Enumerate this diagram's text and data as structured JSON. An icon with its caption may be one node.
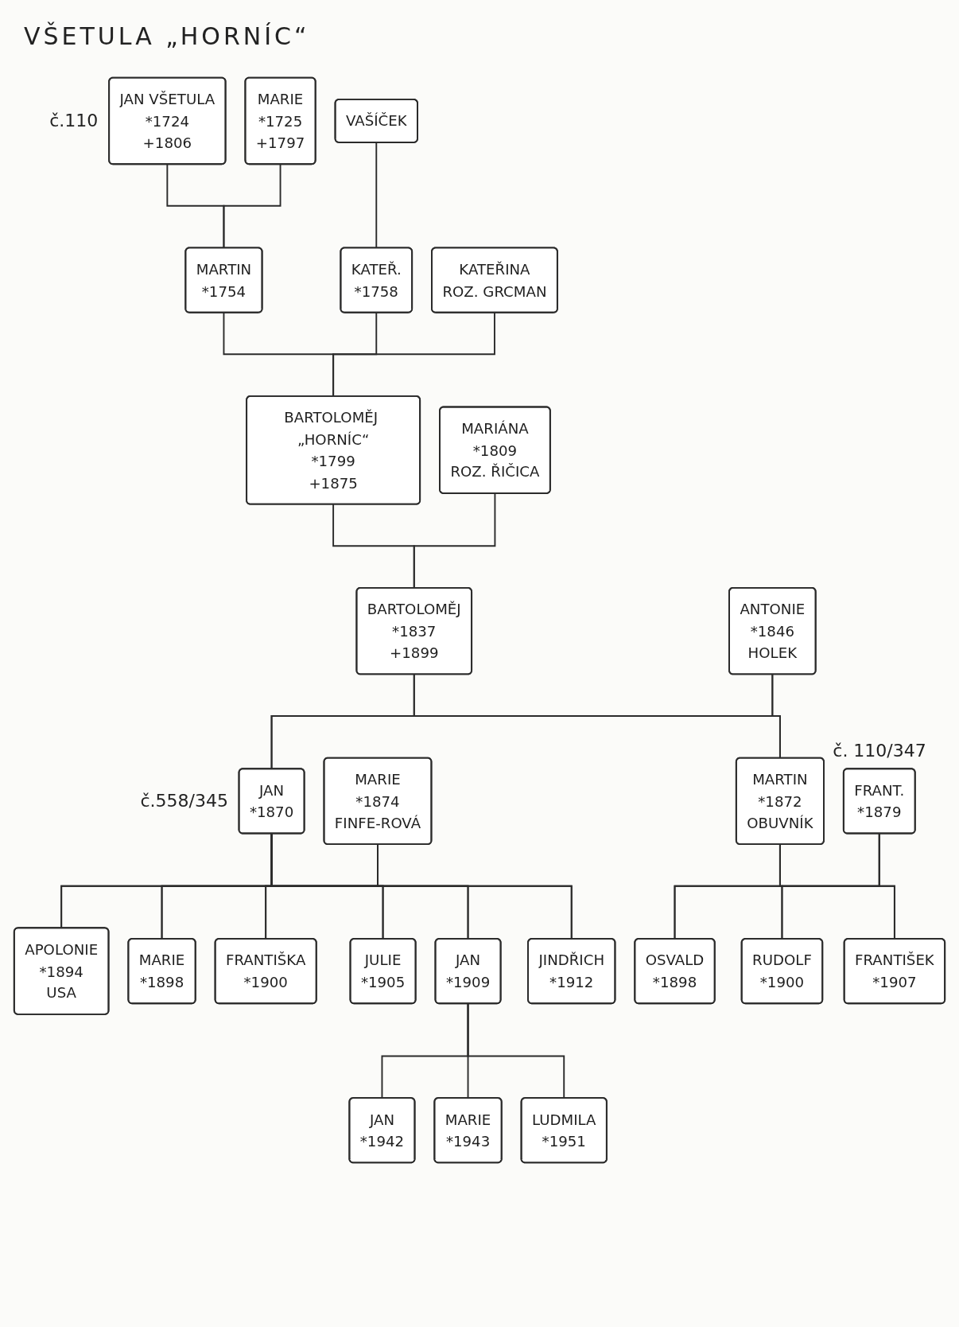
{
  "diagram": {
    "title": "VŠETULA „HORNÍC“",
    "nodes": [
      {
        "text": [
          "JAN VŠETULA",
          "*1724",
          "+1806"
        ],
        "beside": [
          "č.110"
        ]
      },
      {
        "text": [
          "MARIE",
          "*1725",
          "+1797"
        ]
      },
      {
        "text": [
          "VAŠÍČEK"
        ]
      },
      {
        "text": [
          "MARTIN",
          "*1754"
        ]
      },
      {
        "text": [
          "KATEŘ.",
          "*1758"
        ]
      },
      {
        "text": [
          "KATEŘINA",
          "ROZ. GRCMAN"
        ]
      },
      {
        "text": [
          "BARTOLOMĚJ „HORNÍC“",
          "*1799",
          "+1875"
        ]
      },
      {
        "text": [
          "MARIÁNA",
          "*1809",
          "ROZ. ŘIČICA"
        ]
      },
      {
        "text": [
          "BARTOLOMĚJ",
          "*1837",
          "+1899"
        ]
      },
      {
        "text": [
          "ANTONIE",
          "*1846",
          "HOLEK"
        ]
      },
      {
        "text": [
          "JAN",
          "*1870"
        ],
        "beside": [
          "č.558/345"
        ]
      },
      {
        "text": [
          "MARIE",
          "*1874",
          "FINFE-ROVÁ"
        ]
      },
      {
        "text": [
          "MARTIN",
          "*1872",
          "OBUVNÍK"
        ]
      },
      {
        "text": [
          "FRANT.",
          "*1879"
        ],
        "beside": [
          "č. 110/347"
        ]
      },
      {
        "text": [
          "APOLONIE",
          "*1894",
          "USA"
        ]
      },
      {
        "text": [
          "MARIE",
          "*1898"
        ]
      },
      {
        "text": [
          "FRANTIŠKA",
          "*1900"
        ]
      },
      {
        "text": [
          "JULIE",
          "*1905"
        ]
      },
      {
        "text": [
          "JAN",
          "*1909"
        ]
      },
      {
        "text": [
          "JINDŘICH",
          "*1912"
        ]
      },
      {
        "text": [
          "OSVALD",
          "*1898"
        ]
      },
      {
        "text": [
          "RUDOLF",
          "*1900"
        ]
      },
      {
        "text": [
          "FRANTIŠEK",
          "*1907"
        ]
      },
      {
        "text": [
          "JAN",
          "*1942"
        ]
      },
      {
        "text": [
          "MARIE",
          "*1943"
        ]
      },
      {
        "text": [
          "LUDMILA",
          "*1951"
        ]
      }
    ],
    "edges": [
      {
        "from": 0,
        "to": 3,
        "arrow": "none"
      },
      {
        "from": 1,
        "to": 3,
        "arrow": "none"
      },
      {
        "from": 2,
        "to": 4,
        "arrow": "none"
      },
      {
        "from": 3,
        "to": 6,
        "arrow": "none"
      },
      {
        "from": 4,
        "to": 6,
        "arrow": "none"
      },
      {
        "from": 5,
        "to": 6,
        "arrow": "none"
      },
      {
        "from": 6,
        "to": 8,
        "arrow": "none"
      },
      {
        "from": 7,
        "to": 8,
        "arrow": "none"
      },
      {
        "from": 8,
        "to": 10,
        "arrow": "none"
      },
      {
        "from": 9,
        "to": 10,
        "arrow": "none"
      },
      {
        "from": 8,
        "to": 12,
        "arrow": "none"
      },
      {
        "from": 9,
        "to": 12,
        "arrow": "none"
      },
      {
        "from": 10,
        "to": 14,
        "arrow": "none"
      },
      {
        "from": 11,
        "to": 14,
        "arrow": "none"
      },
      {
        "from": 10,
        "to": 15,
        "arrow": "none"
      },
      {
        "from": 11,
        "to": 15,
        "arrow": "none"
      },
      {
        "from": 10,
        "to": 16,
        "arrow": "none"
      },
      {
        "from": 11,
        "to": 16,
        "arrow": "none"
      },
      {
        "from": 10,
        "to": 17,
        "arrow": "none"
      },
      {
        "from": 11,
        "to": 17,
        "arrow": "none"
      },
      {
        "from": 10,
        "to": 18,
        "arrow": "none"
      },
      {
        "from": 11,
        "to": 18,
        "arrow": "none"
      },
      {
        "from": 10,
        "to": 19,
        "arrow": "none"
      },
      {
        "from": 11,
        "to": 19,
        "arrow": "none"
      },
      {
        "from": 12,
        "to": 20,
        "arrow": "none"
      },
      {
        "from": 13,
        "to": 20,
        "arrow": "none"
      },
      {
        "from": 12,
        "to": 21,
        "arrow": "none"
      },
      {
        "from": 13,
        "to": 21,
        "arrow": "none"
      },
      {
        "from": 12,
        "to": 22,
        "arrow": "none"
      },
      {
        "from": 13,
        "to": 22,
        "arrow": "none"
      },
      {
        "from": 18,
        "to": 23,
        "arrow": "none"
      },
      {
        "from": 18,
        "to": 24,
        "arrow": "none"
      },
      {
        "from": 18,
        "to": 25,
        "arrow": "none"
      }
    ]
  }
}
